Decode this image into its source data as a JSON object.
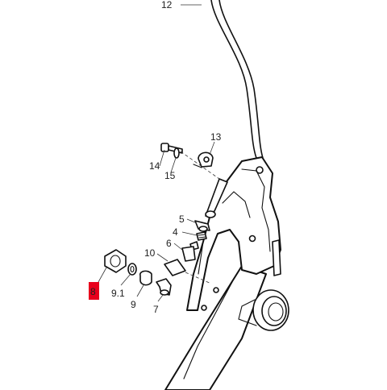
{
  "diagram": {
    "highlight_color": "#e8001c",
    "line_color": "#111111",
    "callouts": [
      {
        "id": "12",
        "label": "12"
      },
      {
        "id": "13",
        "label": "13"
      },
      {
        "id": "14",
        "label": "14"
      },
      {
        "id": "15",
        "label": "15"
      },
      {
        "id": "5",
        "label": "5"
      },
      {
        "id": "4",
        "label": "4"
      },
      {
        "id": "6",
        "label": "6"
      },
      {
        "id": "10",
        "label": "10"
      },
      {
        "id": "8",
        "label": "8"
      },
      {
        "id": "9_1",
        "label": "9.1"
      },
      {
        "id": "9",
        "label": "9"
      },
      {
        "id": "7",
        "label": "7"
      }
    ]
  }
}
